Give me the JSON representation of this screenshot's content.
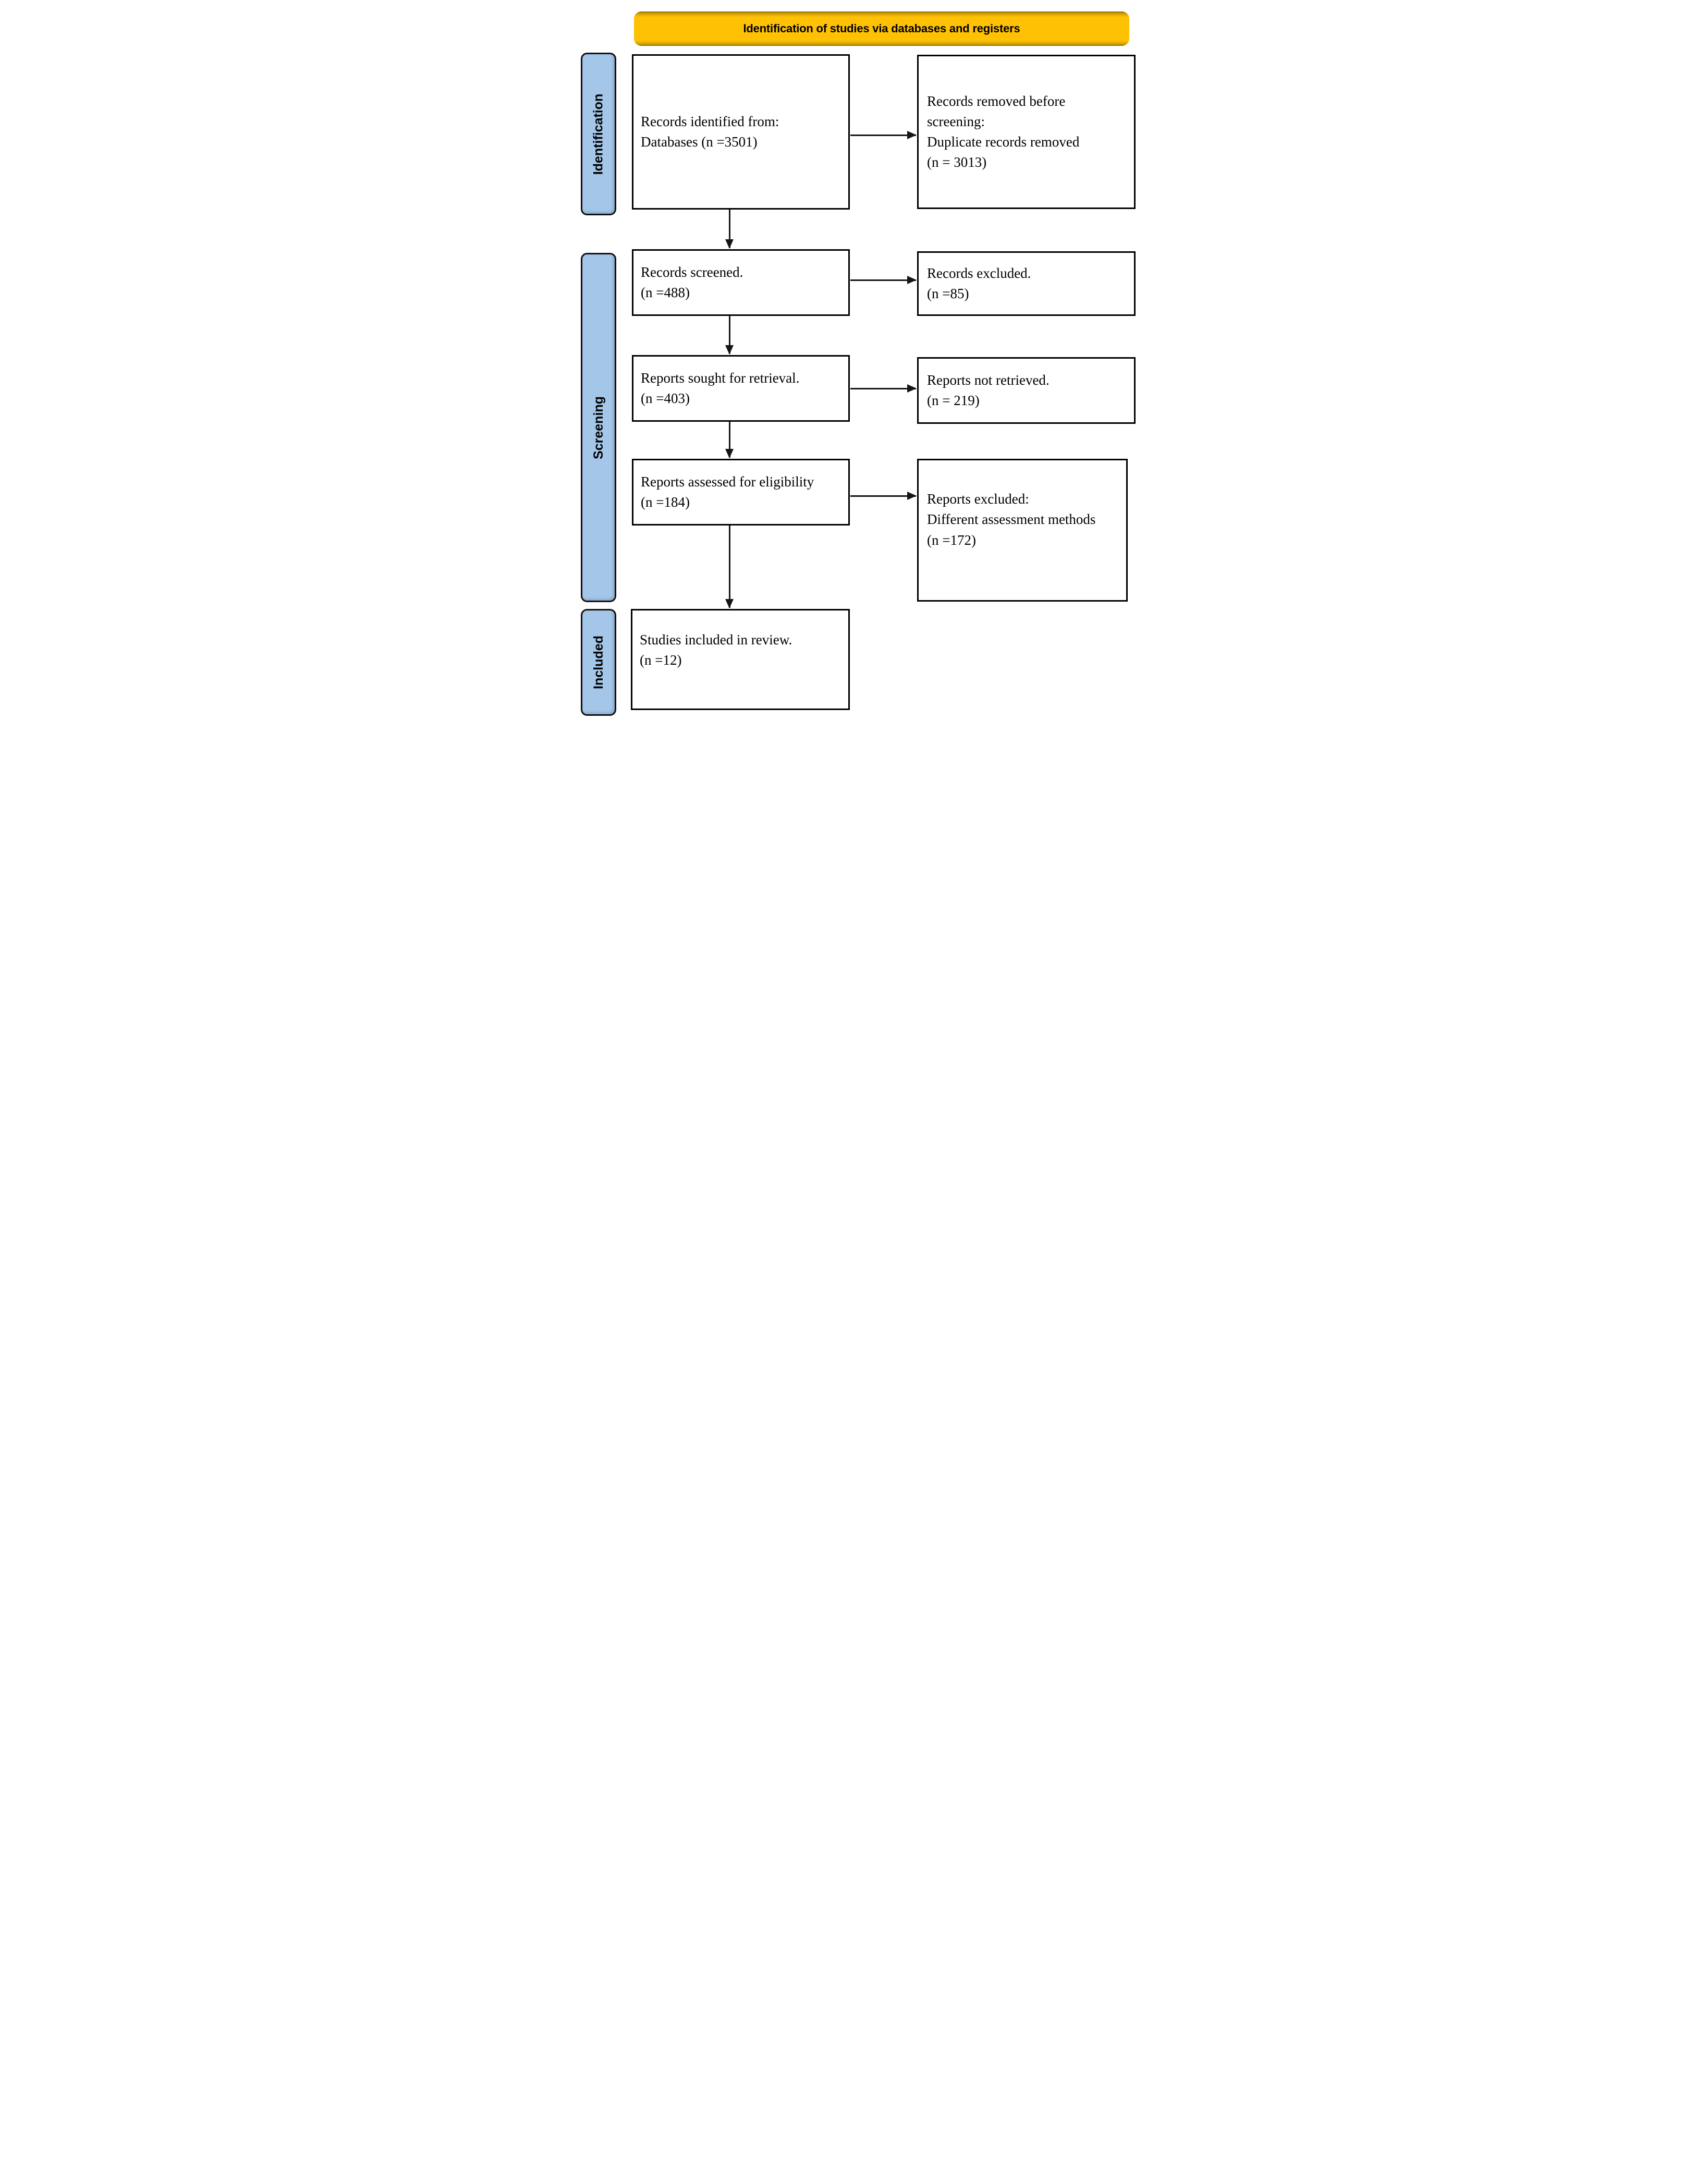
{
  "title": "Identification of studies via databases and registers",
  "colors": {
    "banner_fill": "#FFC103",
    "banner_edge": "#8F7000",
    "stage_fill": "#A4C6E9",
    "box_border": "#000000",
    "arrow": "#151515"
  },
  "stages": [
    {
      "label": "Identification"
    },
    {
      "label": "Screening"
    },
    {
      "label": "Included"
    }
  ],
  "boxes": {
    "records_identified": {
      "lines": [
        "Records identified from:",
        "Databases (n =3501)"
      ]
    },
    "records_removed_before_screening": {
      "lines": [
        "Records removed before",
        "screening:",
        "Duplicate records removed",
        "(n = 3013)"
      ]
    },
    "records_screened": {
      "lines": [
        "Records screened.",
        "(n =488)"
      ]
    },
    "records_excluded": {
      "lines": [
        "Records excluded.",
        "(n =85)"
      ]
    },
    "reports_sought": {
      "lines": [
        "Reports sought for retrieval.",
        "(n =403)"
      ]
    },
    "reports_not_retrieved": {
      "lines": [
        "Reports not retrieved.",
        "(n = 219)"
      ]
    },
    "reports_assessed": {
      "lines": [
        "Reports assessed for eligibility",
        "(n =184)"
      ]
    },
    "reports_excluded": {
      "lines": [
        "Reports excluded:",
        "Different assessment methods",
        "(n =172)"
      ]
    },
    "studies_included": {
      "lines": [
        "Studies included in review.",
        "(n =12)"
      ]
    }
  }
}
